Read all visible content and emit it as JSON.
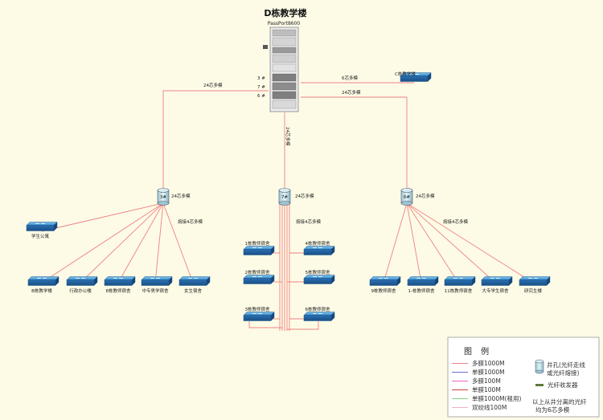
{
  "title": "D栋教学楼",
  "server_model": "PassPort8600",
  "server_ports": [
    "3 #",
    "7 #",
    "6 #"
  ],
  "links": {
    "core_left": "24芯多模",
    "core_right_top": "6芯多模",
    "core_right_bottom": "24芯多模",
    "core_down": "24芯多模",
    "well3": "24芯多模",
    "well7": "24芯多模",
    "well6": "24芯多模",
    "fanout3": "熔接4芯多模",
    "fanout7": "熔接4芯多模",
    "fanout6": "熔接4芯多模"
  },
  "wells": [
    {
      "id": "w3",
      "label": "3#"
    },
    {
      "id": "w7",
      "label": "7#"
    },
    {
      "id": "w6",
      "label": "6#"
    }
  ],
  "switches": {
    "c_building": "C栋教学楼",
    "student_apt": "学生公寓",
    "b_building": "B栋教学楼",
    "admin": "行政办公楼",
    "dorm8": "8栋教师宿舍",
    "dorm_mid": "中专男学宿舍",
    "dorm_female": "女生宿舍",
    "dorm1": "1栋教师宿舍",
    "dorm2": "2栋教师宿舍",
    "dorm3": "3栋教师宿舍",
    "dorm4": "4栋教师宿舍",
    "dorm5": "5栋教师宿舍",
    "dorm6": "6栋教师宿舍",
    "dorm9": "9栋教师宿舍",
    "dorm_a1": "1-栋教师宿舍",
    "dorm11": "11栋教师宿舍",
    "dorm_college": "大专学生宿舍",
    "grad": "研究生楼"
  },
  "legend": {
    "title": "图  例",
    "items": [
      {
        "label": "多膜1000M",
        "color": "#f08080"
      },
      {
        "label": "单膜1000M",
        "color": "#6a6ad0"
      },
      {
        "label": "多膜100M",
        "color": "#ee66cc"
      },
      {
        "label": "单膜100M",
        "color": "#d04040"
      },
      {
        "label": "单膜1000M(租用)",
        "color": "#88cc88"
      },
      {
        "label": "双绞线100M",
        "color": "#f0b0d0"
      }
    ],
    "well_desc_1": "井孔(光纤走线",
    "well_desc_2": "或光纤熔接)",
    "transceiver": "光纤收发器",
    "note_1": "以上从井分离的光纤",
    "note_2": "均为6芯多模"
  }
}
